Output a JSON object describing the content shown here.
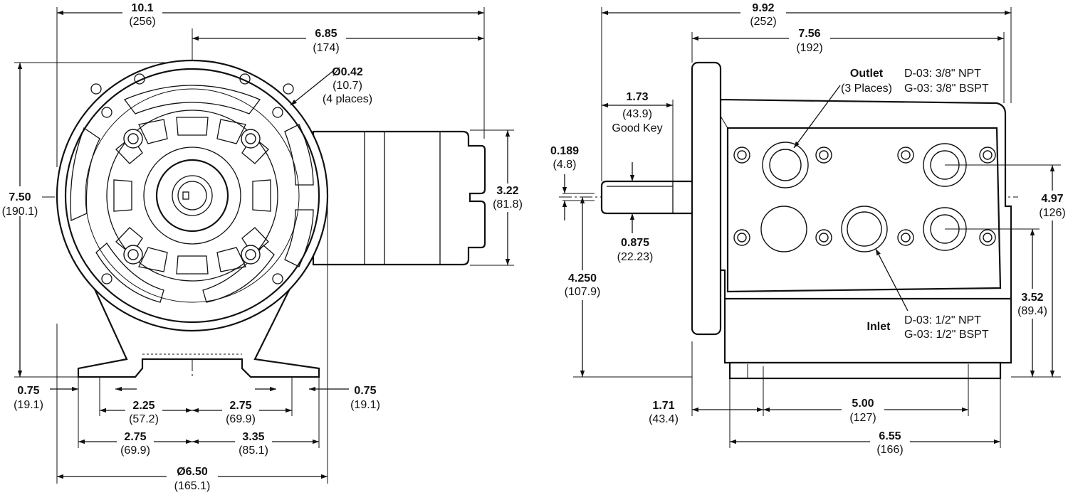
{
  "front_view": {
    "overall_width": {
      "value": "10.1",
      "metric": "(256)"
    },
    "center_to_right": {
      "value": "6.85",
      "metric": "(174)"
    },
    "height": {
      "value": "7.50",
      "metric": "(190.1)"
    },
    "mount_hole": {
      "value": "Ø0.42",
      "metric": "(10.7)",
      "note": "(4 places)"
    },
    "motor_dia": {
      "value": "3.22",
      "metric": "(81.8)"
    },
    "foot_left": {
      "value": "0.75",
      "metric": "(19.1)"
    },
    "foot_right": {
      "value": "0.75",
      "metric": "(19.1)"
    },
    "slot_left": {
      "value": "2.25",
      "metric": "(57.2)"
    },
    "slot_right": {
      "value": "2.75",
      "metric": "(69.9)"
    },
    "base_left": {
      "value": "2.75",
      "metric": "(69.9)"
    },
    "base_right": {
      "value": "3.35",
      "metric": "(85.1)"
    },
    "body_dia": {
      "value": "Ø6.50",
      "metric": "(165.1)"
    }
  },
  "side_view": {
    "overall_length": {
      "value": "9.92",
      "metric": "(252)"
    },
    "flange_to_end": {
      "value": "7.56",
      "metric": "(192)"
    },
    "shaft_length": {
      "value": "1.73",
      "metric": "(43.9)",
      "note": "Good Key"
    },
    "key_width": {
      "value": "0.189",
      "metric": "(4.8)"
    },
    "shaft_dia": {
      "value": "0.875",
      "metric": "(22.23)"
    },
    "shaft_height": {
      "value": "4.250",
      "metric": "(107.9)"
    },
    "port_height": {
      "value": "4.97",
      "metric": "(126)"
    },
    "inlet_height": {
      "value": "3.52",
      "metric": "(89.4)"
    },
    "flange_to_foot": {
      "value": "1.71",
      "metric": "(43.4)"
    },
    "foot_spacing": {
      "value": "5.00",
      "metric": "(127)"
    },
    "base_length": {
      "value": "6.55",
      "metric": "(166)"
    },
    "outlet": {
      "title": "Outlet",
      "places": "(3 Places)",
      "spec_d": "D-03: 3/8\" NPT",
      "spec_g": "G-03: 3/8\" BSPT"
    },
    "inlet": {
      "title": "Inlet",
      "spec_d": "D-03: 1/2\" NPT",
      "spec_g": "G-03: 1/2\" BSPT"
    }
  }
}
